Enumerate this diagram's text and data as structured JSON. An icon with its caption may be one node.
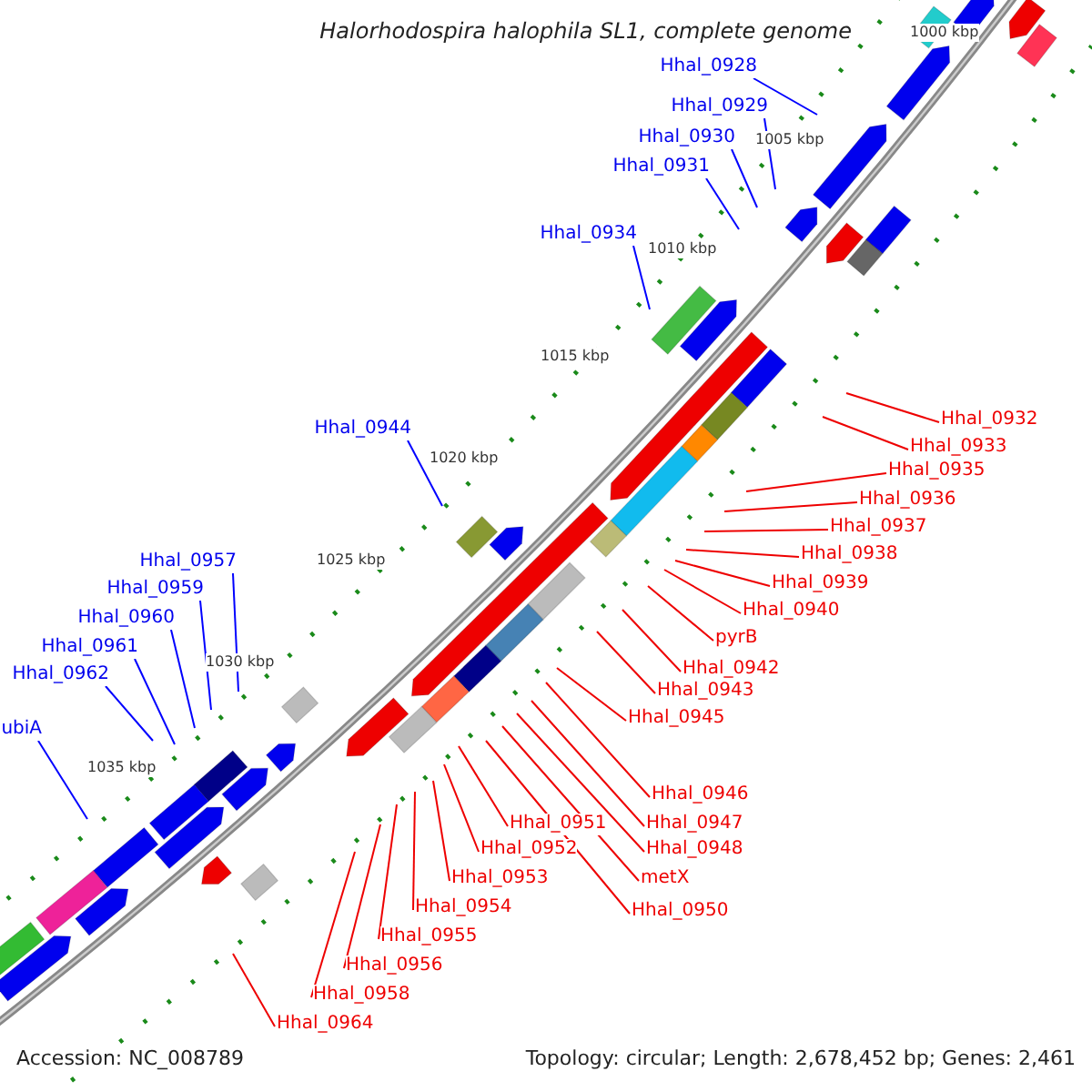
{
  "diagram": {
    "title": "Halorhodospira halophila SL1, complete genome",
    "nodes": [
      {
        "text": [
          "Hhal_0928"
        ]
      },
      {
        "text": [
          "Hhal_0929"
        ]
      },
      {
        "text": [
          "Hhal_0930"
        ]
      },
      {
        "text": [
          "Hhal_0931"
        ]
      },
      {
        "text": [
          "Hhal_0934"
        ]
      },
      {
        "text": [
          "Hhal_0944"
        ]
      },
      {
        "text": [
          "Hhal_0957"
        ]
      },
      {
        "text": [
          "Hhal_0959"
        ]
      },
      {
        "text": [
          "Hhal_0960"
        ]
      },
      {
        "text": [
          "Hhal_0961"
        ]
      },
      {
        "text": [
          "Hhal_0962"
        ]
      },
      {
        "text": [
          "ubiA"
        ]
      },
      {
        "text": [
          "Hhal_0932"
        ]
      },
      {
        "text": [
          "Hhal_0933"
        ]
      },
      {
        "text": [
          "Hhal_0935"
        ]
      },
      {
        "text": [
          "Hhal_0936"
        ]
      },
      {
        "text": [
          "Hhal_0937"
        ]
      },
      {
        "text": [
          "Hhal_0938"
        ]
      },
      {
        "text": [
          "Hhal_0939"
        ]
      },
      {
        "text": [
          "Hhal_0940"
        ]
      },
      {
        "text": [
          "pyrB"
        ]
      },
      {
        "text": [
          "Hhal_0942"
        ]
      },
      {
        "text": [
          "Hhal_0943"
        ]
      },
      {
        "text": [
          "Hhal_0945"
        ]
      },
      {
        "text": [
          "Hhal_0946"
        ]
      },
      {
        "text": [
          "Hhal_0947"
        ]
      },
      {
        "text": [
          "Hhal_0948"
        ]
      },
      {
        "text": [
          "metX"
        ]
      },
      {
        "text": [
          "Hhal_0950"
        ]
      },
      {
        "text": [
          "Hhal_0951"
        ]
      },
      {
        "text": [
          "Hhal_0952"
        ]
      },
      {
        "text": [
          "Hhal_0953"
        ]
      },
      {
        "text": [
          "Hhal_0954"
        ]
      },
      {
        "text": [
          "Hhal_0955"
        ]
      },
      {
        "text": [
          "Hhal_0956"
        ]
      },
      {
        "text": [
          "Hhal_0958"
        ]
      },
      {
        "text": [
          "Hhal_0964"
        ]
      }
    ],
    "edges": [
      {
        "from": 0,
        "to": null,
        "arrow": "none",
        "color": "#0000ff"
      },
      {
        "from": 1,
        "to": null,
        "arrow": "none",
        "color": "#0000ff"
      },
      {
        "from": 2,
        "to": null,
        "arrow": "none",
        "color": "#0000ff"
      },
      {
        "from": 3,
        "to": null,
        "arrow": "none",
        "color": "#0000ff"
      },
      {
        "from": 4,
        "to": null,
        "arrow": "none",
        "color": "#0000ff"
      },
      {
        "from": 5,
        "to": null,
        "arrow": "none",
        "color": "#0000ff"
      },
      {
        "from": 6,
        "to": null,
        "arrow": "none",
        "color": "#0000ff"
      },
      {
        "from": 7,
        "to": null,
        "arrow": "none",
        "color": "#0000ff"
      },
      {
        "from": 8,
        "to": null,
        "arrow": "none",
        "color": "#0000ff"
      },
      {
        "from": 9,
        "to": null,
        "arrow": "none",
        "color": "#0000ff"
      },
      {
        "from": 10,
        "to": null,
        "arrow": "none",
        "color": "#0000ff"
      },
      {
        "from": 11,
        "to": null,
        "arrow": "none",
        "color": "#0000ff"
      },
      {
        "from": 12,
        "to": null,
        "arrow": "none"
      },
      {
        "from": 13,
        "to": null,
        "arrow": "none"
      },
      {
        "from": 14,
        "to": null,
        "arrow": "none"
      },
      {
        "from": 15,
        "to": null,
        "arrow": "none"
      },
      {
        "from": 16,
        "to": null,
        "arrow": "none"
      },
      {
        "from": 17,
        "to": null,
        "arrow": "none"
      },
      {
        "from": 18,
        "to": null,
        "arrow": "none"
      },
      {
        "from": 19,
        "to": null,
        "arrow": "none"
      },
      {
        "from": 20,
        "to": null,
        "arrow": "none"
      },
      {
        "from": 21,
        "to": null,
        "arrow": "none"
      },
      {
        "from": 22,
        "to": null,
        "arrow": "none"
      },
      {
        "from": 23,
        "to": null,
        "arrow": "none"
      },
      {
        "from": 24,
        "to": null,
        "arrow": "none"
      },
      {
        "from": 25,
        "to": null,
        "arrow": "none"
      },
      {
        "from": 26,
        "to": null,
        "arrow": "none"
      },
      {
        "from": 27,
        "to": null,
        "arrow": "none"
      },
      {
        "from": 28,
        "to": null,
        "arrow": "none"
      },
      {
        "from": 29,
        "to": null,
        "arrow": "none"
      },
      {
        "from": 30,
        "to": null,
        "arrow": "none"
      },
      {
        "from": 31,
        "to": null,
        "arrow": "none"
      },
      {
        "from": 32,
        "to": null,
        "arrow": "none"
      },
      {
        "from": 33,
        "to": null,
        "arrow": "none"
      },
      {
        "from": 34,
        "to": null,
        "arrow": "none"
      },
      {
        "from": 35,
        "to": null,
        "arrow": "none"
      },
      {
        "from": 36,
        "to": null,
        "arrow": "none"
      }
    ],
    "labels": [
      "1000 kbp",
      "1005 kbp",
      "1010 kbp",
      "1015 kbp",
      "1020 kbp",
      "1025 kbp",
      "1030 kbp",
      "1035 kbp",
      "Accession: NC_008789",
      "Topology: circular; Length: 2,678,452 bp; Genes: 2,461"
    ]
  }
}
